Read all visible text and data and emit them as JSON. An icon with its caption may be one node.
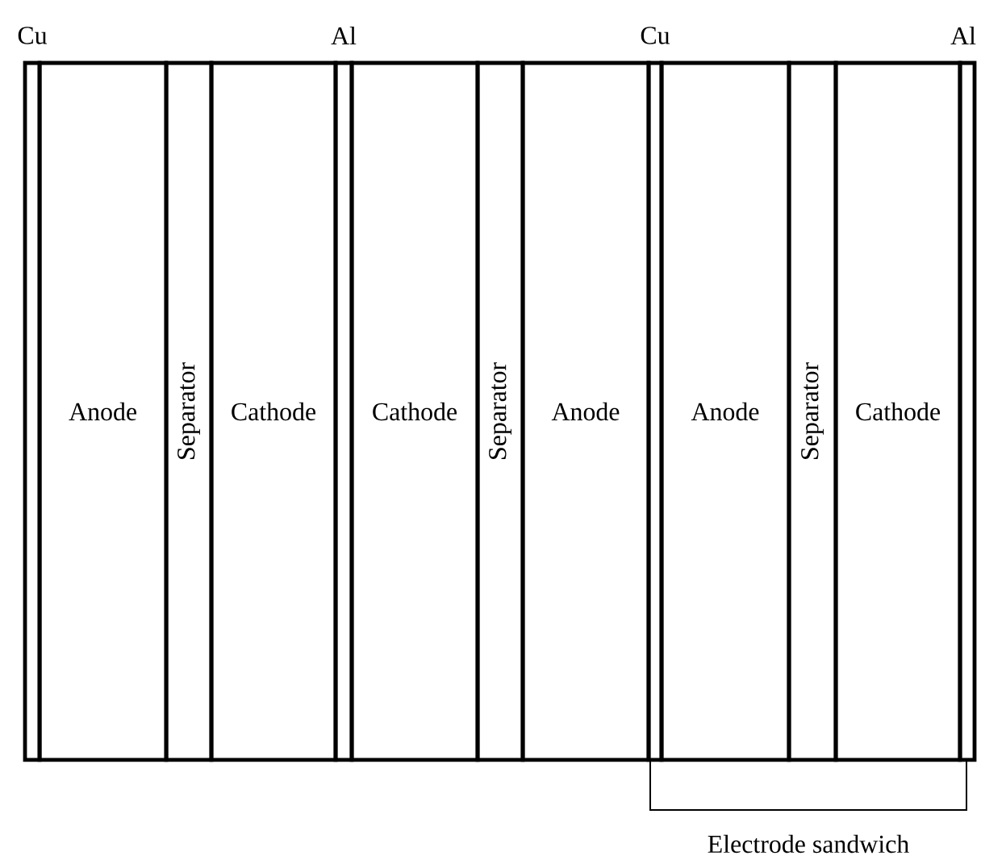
{
  "diagram": {
    "nodes": [
      {
        "text": [],
        "shape": "box",
        "beside": [
          "Cu"
        ]
      },
      {
        "text": [
          "Anode"
        ]
      },
      {
        "text": [
          "Separator"
        ]
      },
      {
        "text": [
          "Cathode"
        ]
      },
      {
        "text": [],
        "shape": "box",
        "beside": [
          "Al"
        ]
      },
      {
        "text": [
          "Cathode"
        ]
      },
      {
        "text": [
          "Separator"
        ]
      },
      {
        "text": [
          "Anode"
        ]
      },
      {
        "text": [],
        "shape": "box",
        "beside": [
          "Cu"
        ]
      },
      {
        "text": [
          "Anode"
        ]
      },
      {
        "text": [
          "Separator"
        ]
      },
      {
        "text": [
          "Cathode"
        ]
      },
      {
        "text": [],
        "shape": "box",
        "beside": [
          "Al"
        ]
      }
    ],
    "labels": [
      "Electrode sandwich"
    ]
  }
}
